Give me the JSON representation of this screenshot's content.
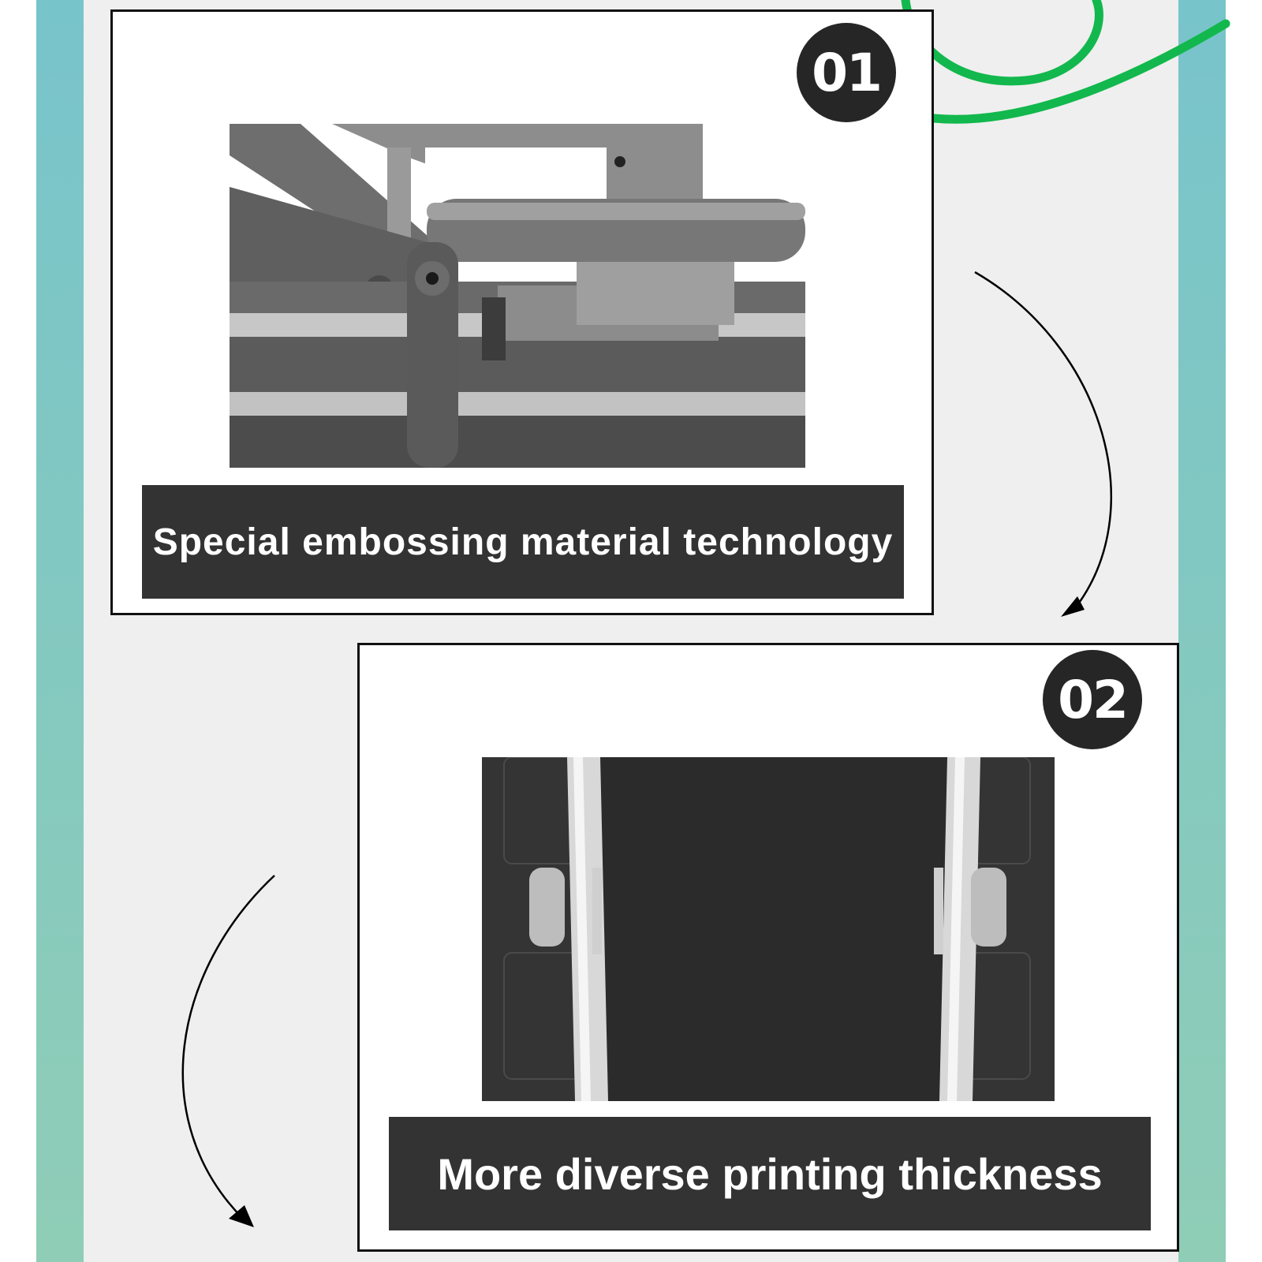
{
  "colors": {
    "side_band": "#7fc8c4",
    "panel_bg": "#efefef",
    "card_bg": "#ffffff",
    "card_border": "#111111",
    "badge_bg": "#262626",
    "banner_bg": "#333333",
    "accent_green": "#12b84d"
  },
  "cards": [
    {
      "number": "01",
      "caption": "Special embossing material technology",
      "image": "embossing-roller-mechanism"
    },
    {
      "number": "02",
      "caption": "More diverse printing thickness",
      "image": "top-view-of-press-plate"
    }
  ],
  "decorations": [
    "green-curve",
    "arrow-down-right",
    "arrow-down-left"
  ]
}
